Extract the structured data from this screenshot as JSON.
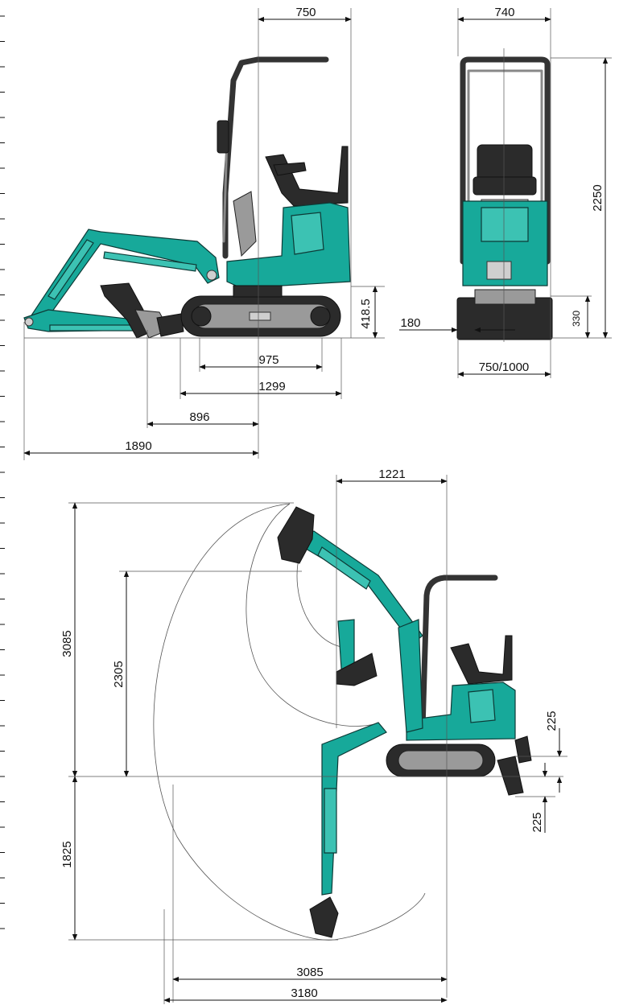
{
  "dimensions": {
    "side_top_width": "750",
    "front_top_width": "740",
    "front_height": "2250",
    "front_ground_clearance": "330",
    "front_blade_offset": "180",
    "front_track_width": "750/1000",
    "side_height": "418.5",
    "track_inner": "975",
    "track_outer": "1299",
    "bucket_reach": "896",
    "total_length": "1890",
    "dig_offset": "1221",
    "max_dig_height": "3085",
    "max_dump_height": "2305",
    "blade_raise": "225",
    "blade_lower": "225",
    "max_dig_depth": "1825",
    "max_reach_ground": "3085",
    "max_reach": "3180"
  },
  "colors": {
    "body": "#17a99a",
    "body_light": "#3cc2b3",
    "track": "#2b2b2b",
    "line": "#111111"
  }
}
